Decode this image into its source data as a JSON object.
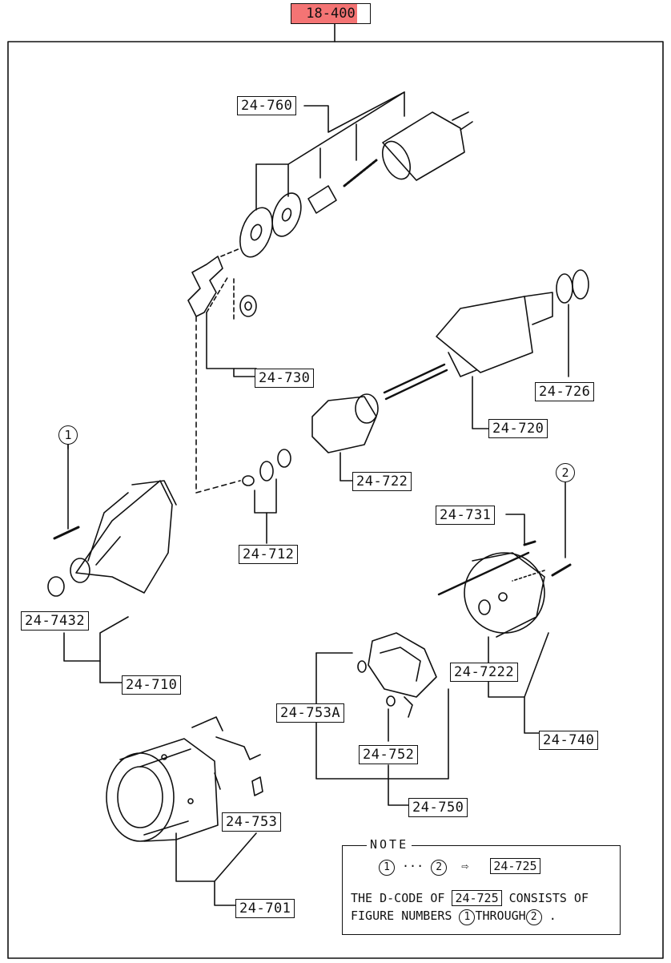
{
  "header": {
    "code_highlighted": "18-40",
    "code_rest": "0"
  },
  "labels": {
    "solenoid": "24-760",
    "lever": "24-730",
    "drive_end_bushing_shim": "24-726",
    "armature": "24-720",
    "clutch": "24-722",
    "stop_ring": "24-712",
    "through_bolt": "24-731",
    "bushing": "24-7432",
    "drive_housing": "24-710",
    "end_bushing": "24-7222",
    "brush_holder_spring": "24-753A",
    "rear_cover": "24-740",
    "brush_spring": "24-752",
    "brush_holder": "24-750",
    "brush": "24-753",
    "yoke": "24-701"
  },
  "callouts": {
    "one": "1",
    "two": "2"
  },
  "note": {
    "title": "NOTE",
    "range_start": "1",
    "range_dots": "···",
    "range_end": "2",
    "arrow": "⇨",
    "target_code": "24-725",
    "line1_prefix": "THE D-CODE OF",
    "line1_code": "24-725",
    "line1_suffix": "CONSISTS OF",
    "line2_prefix": "FIGURE NUMBERS",
    "line2_start": "1",
    "line2_mid": "THROUGH",
    "line2_end": "2",
    "line2_suffix": "."
  }
}
